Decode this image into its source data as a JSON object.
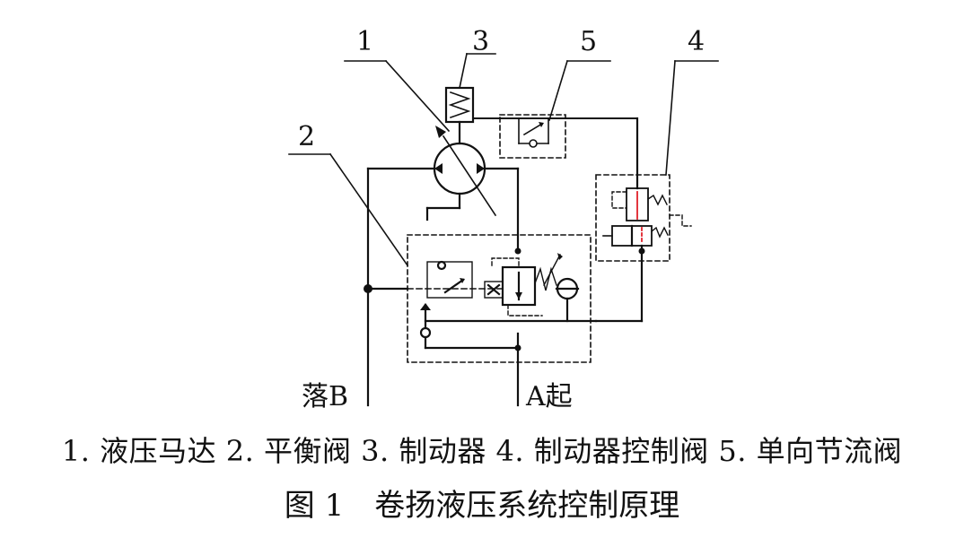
{
  "diagram": {
    "callouts": {
      "c1": "1",
      "c2": "2",
      "c3": "3",
      "c4": "4",
      "c5": "5"
    },
    "ports": {
      "down": "落B",
      "up": "A起"
    }
  },
  "caption": {
    "legend": "1. 液压马达 2. 平衡阀 3. 制动器 4. 制动器控制阀 5. 单向节流阀",
    "figure_number": "图 1",
    "figure_title": "卷扬液压系统控制原理"
  },
  "colors": {
    "line": "#111111",
    "highlight": "#e0202a"
  }
}
